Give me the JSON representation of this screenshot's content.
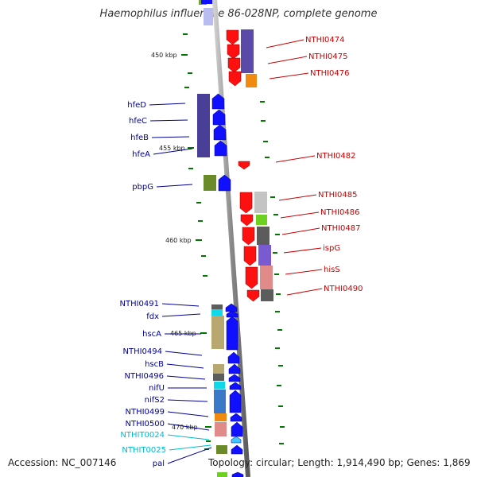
{
  "title": "Haemophilus influenzae 86-028NP, complete genome",
  "footer": {
    "accession": "Accession: NC_007146",
    "topology": "Topology: circular; Length: 1,914,490 bp; Genes: 1,869"
  },
  "colors": {
    "forward_strand": "#1010ff",
    "reverse_strand": "#ff1010",
    "right_label": "#cc0000",
    "left_label": "#000099",
    "trna_label": "#00bbcc",
    "tick": "#007700"
  },
  "ticks": [
    {
      "label": "450 kbp"
    },
    {
      "label": "455 kbp"
    },
    {
      "label": "460 kbp"
    },
    {
      "label": "465 kbp"
    },
    {
      "label": "470 kbp"
    }
  ],
  "right_genes": [
    {
      "label": "NTHI0474"
    },
    {
      "label": "NTHI0475"
    },
    {
      "label": "NTHI0476"
    },
    {
      "label": "NTHI0482"
    },
    {
      "label": "NTHI0485"
    },
    {
      "label": "NTHI0486"
    },
    {
      "label": "NTHI0487"
    },
    {
      "label": "ispG"
    },
    {
      "label": "hisS"
    },
    {
      "label": "NTHI0490"
    }
  ],
  "left_genes": [
    {
      "label": "hfeD"
    },
    {
      "label": "hfeC"
    },
    {
      "label": "hfeB"
    },
    {
      "label": "hfeA"
    },
    {
      "label": "pbpG"
    },
    {
      "label": "NTHI0491"
    },
    {
      "label": "fdx"
    },
    {
      "label": "hscA"
    },
    {
      "label": "NTHI0494"
    },
    {
      "label": "hscB"
    },
    {
      "label": "NTHI0496"
    },
    {
      "label": "nifU"
    },
    {
      "label": "nifS2"
    },
    {
      "label": "NTHI0499"
    },
    {
      "label": "NTHI0500"
    },
    {
      "label": "NTHIT0024",
      "type": "tRNA"
    },
    {
      "label": "NTHIT0025",
      "type": "tRNA"
    },
    {
      "label": "pal"
    }
  ]
}
